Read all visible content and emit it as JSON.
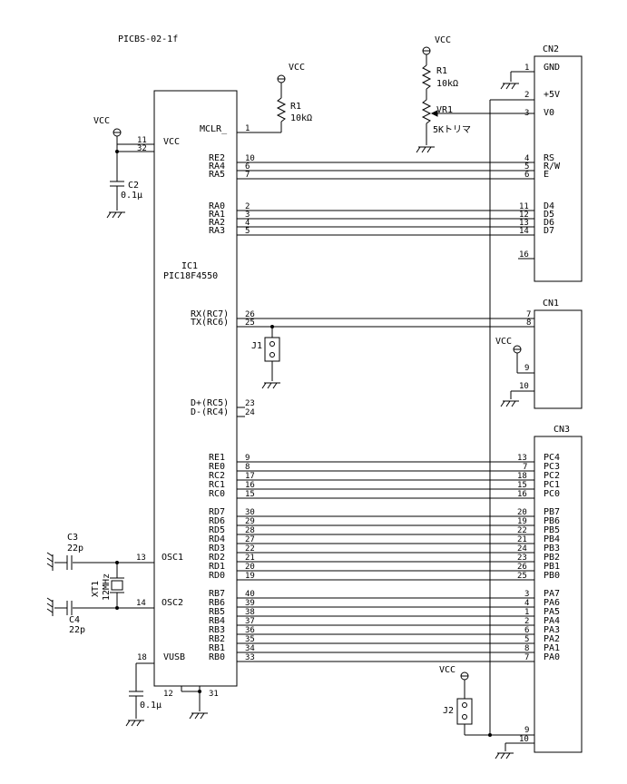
{
  "title": "PICBS-02-1f",
  "vcc": "VCC",
  "ic": {
    "ref": "IC1",
    "part": "PIC18F4550",
    "pins": {
      "mclr": {
        "name": "MCLR_",
        "num": "1"
      },
      "vcc": {
        "name": "VCC",
        "num_a": "11",
        "num_b": "32"
      },
      "re2": {
        "name": "RE2",
        "num": "10"
      },
      "ra4": {
        "name": "RA4",
        "num": "6"
      },
      "ra5": {
        "name": "RA5",
        "num": "7"
      },
      "ra0": {
        "name": "RA0",
        "num": "2"
      },
      "ra1": {
        "name": "RA1",
        "num": "3"
      },
      "ra2": {
        "name": "RA2",
        "num": "4"
      },
      "ra3": {
        "name": "RA3",
        "num": "5"
      },
      "rc7": {
        "name": "RX(RC7)",
        "num": "26"
      },
      "rc6": {
        "name": "TX(RC6)",
        "num": "25"
      },
      "rc5": {
        "name": "D+(RC5)",
        "num": "23"
      },
      "rc4": {
        "name": "D-(RC4)",
        "num": "24"
      },
      "re1": {
        "name": "RE1",
        "num": "9"
      },
      "re0": {
        "name": "RE0",
        "num": "8"
      },
      "rc2": {
        "name": "RC2",
        "num": "17"
      },
      "rc1": {
        "name": "RC1",
        "num": "16"
      },
      "rc0": {
        "name": "RC0",
        "num": "15"
      },
      "rd7": {
        "name": "RD7",
        "num": "30"
      },
      "rd6": {
        "name": "RD6",
        "num": "29"
      },
      "rd5": {
        "name": "RD5",
        "num": "28"
      },
      "rd4": {
        "name": "RD4",
        "num": "27"
      },
      "rd3": {
        "name": "RD3",
        "num": "22"
      },
      "rd2": {
        "name": "RD2",
        "num": "21"
      },
      "rd1": {
        "name": "RD1",
        "num": "20"
      },
      "rd0": {
        "name": "RD0",
        "num": "19"
      },
      "rb7": {
        "name": "RB7",
        "num": "40"
      },
      "rb6": {
        "name": "RB6",
        "num": "39"
      },
      "rb5": {
        "name": "RB5",
        "num": "38"
      },
      "rb4": {
        "name": "RB4",
        "num": "37"
      },
      "rb3": {
        "name": "RB3",
        "num": "36"
      },
      "rb2": {
        "name": "RB2",
        "num": "35"
      },
      "rb1": {
        "name": "RB1",
        "num": "34"
      },
      "rb0": {
        "name": "RB0",
        "num": "33"
      },
      "osc1": {
        "name": "OSC1",
        "num": "13"
      },
      "osc2": {
        "name": "OSC2",
        "num": "14"
      },
      "vusb": {
        "name": "VUSB",
        "num": "18"
      },
      "gnd": {
        "num_a": "12",
        "num_b": "31"
      }
    }
  },
  "components": {
    "r1_mclr": {
      "ref": "R1",
      "value": "10kΩ"
    },
    "r1_vr": {
      "ref": "R1",
      "value": "10kΩ"
    },
    "vr1": {
      "ref": "VR1",
      "value": "5Kトリマ"
    },
    "c2": {
      "ref": "C2",
      "value": "0.1μ"
    },
    "c3": {
      "ref": "C3",
      "value": "22p"
    },
    "c4": {
      "ref": "C4",
      "value": "22p"
    },
    "xt1": {
      "ref": "XT1",
      "value": "12MHz"
    },
    "c_vusb": {
      "value": "0.1μ"
    },
    "j1": {
      "ref": "J1"
    },
    "j2": {
      "ref": "J2"
    }
  },
  "connectors": {
    "cn2": {
      "ref": "CN2",
      "pins": [
        {
          "num": "1",
          "label": "GND"
        },
        {
          "num": "2",
          "label": "+5V"
        },
        {
          "num": "3",
          "label": "V0"
        },
        {
          "num": "4",
          "label": "RS"
        },
        {
          "num": "5",
          "label": "R/W"
        },
        {
          "num": "6",
          "label": "E"
        },
        {
          "num": "11",
          "label": "D4"
        },
        {
          "num": "12",
          "label": "D5"
        },
        {
          "num": "13",
          "label": "D6"
        },
        {
          "num": "14",
          "label": "D7"
        },
        {
          "num": "16",
          "label": ""
        }
      ]
    },
    "cn1": {
      "ref": "CN1",
      "pins": [
        {
          "num": "7"
        },
        {
          "num": "8"
        },
        {
          "num": "9"
        },
        {
          "num": "10"
        }
      ]
    },
    "cn3": {
      "ref": "CN3",
      "pins": [
        {
          "num": "13",
          "label": "PC4"
        },
        {
          "num": "7",
          "label": "PC3"
        },
        {
          "num": "18",
          "label": "PC2"
        },
        {
          "num": "15",
          "label": "PC1"
        },
        {
          "num": "16",
          "label": "PC0"
        },
        {
          "num": "20",
          "label": "PB7"
        },
        {
          "num": "19",
          "label": "PB6"
        },
        {
          "num": "22",
          "label": "PB5"
        },
        {
          "num": "21",
          "label": "PB4"
        },
        {
          "num": "24",
          "label": "PB3"
        },
        {
          "num": "23",
          "label": "PB2"
        },
        {
          "num": "26",
          "label": "PB1"
        },
        {
          "num": "25",
          "label": "PB0"
        },
        {
          "num": "3",
          "label": "PA7"
        },
        {
          "num": "4",
          "label": "PA6"
        },
        {
          "num": "1",
          "label": "PA5"
        },
        {
          "num": "2",
          "label": "PA4"
        },
        {
          "num": "6",
          "label": "PA3"
        },
        {
          "num": "5",
          "label": "PA2"
        },
        {
          "num": "8",
          "label": "PA1"
        },
        {
          "num": "7",
          "label": "PA0"
        },
        {
          "num": "9",
          "label": ""
        },
        {
          "num": "10",
          "label": ""
        }
      ]
    }
  }
}
